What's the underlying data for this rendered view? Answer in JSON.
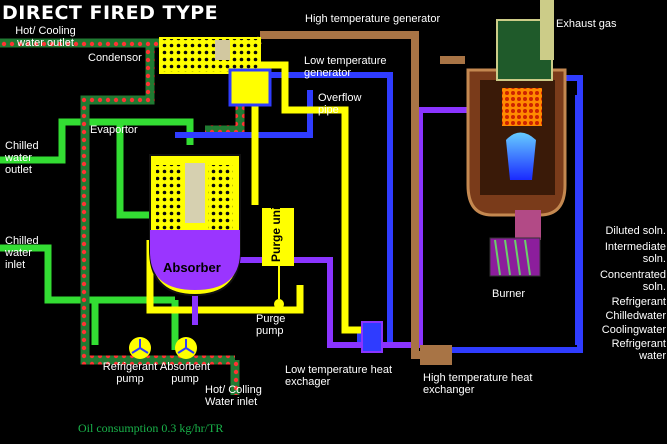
{
  "title": "DIRECT FIRED TYPE",
  "labels": {
    "high_temp_generator": "High temperature generator",
    "exhaust_gas": "Exhaust gas",
    "hot_cooling_outlet": "Hot/ Cooling water outlet",
    "condensor": "Condensor",
    "low_temp_generator": "Low temperature generator",
    "overflow_pipe": "Overflow pipe",
    "evaporator": "Evaportor",
    "chilled_outlet": "Chilled water outlet",
    "chilled_inlet": "Chilled water inlet",
    "absorber": "Absorber",
    "purge_unit": "Purge unit",
    "purge_pump": "Purge pump",
    "refrigerant_pump": "Refrigerant pump",
    "absorbent_pump": "Absorbent pump",
    "hot_colling_inlet": "Hot/ Colling Water inlet",
    "low_temp_hx": "Low temperature heat exchager",
    "high_temp_hx": "High temperature heat exchanger",
    "burner": "Burner",
    "oil_consumption": "Oil consumption 0.3 kg/hr/TR"
  },
  "legend": [
    {
      "label": "Diluted soln.",
      "color": "#7a3dff"
    },
    {
      "label": "Intermediate soln.",
      "color": "#ffffff"
    },
    {
      "label": "Concentrated soln.",
      "color": "#ffff00"
    },
    {
      "label": "Refrigerant",
      "color": "#3c3cff"
    },
    {
      "label": "Chilledwater",
      "color": "#22dd22"
    },
    {
      "label": "Coolingwater",
      "color": "#1a6b2a"
    },
    {
      "label": "Refrigerant water",
      "color": "#ffffff"
    }
  ],
  "colors": {
    "chilled_water": "#33dd33",
    "cooling_water": "#1f7a32",
    "refrigerant": "#2f3cff",
    "concentrated": "#ffff00",
    "diluted": "#8a34ff",
    "intermediate": "#a87445",
    "furnace": "#7a3b1a"
  }
}
